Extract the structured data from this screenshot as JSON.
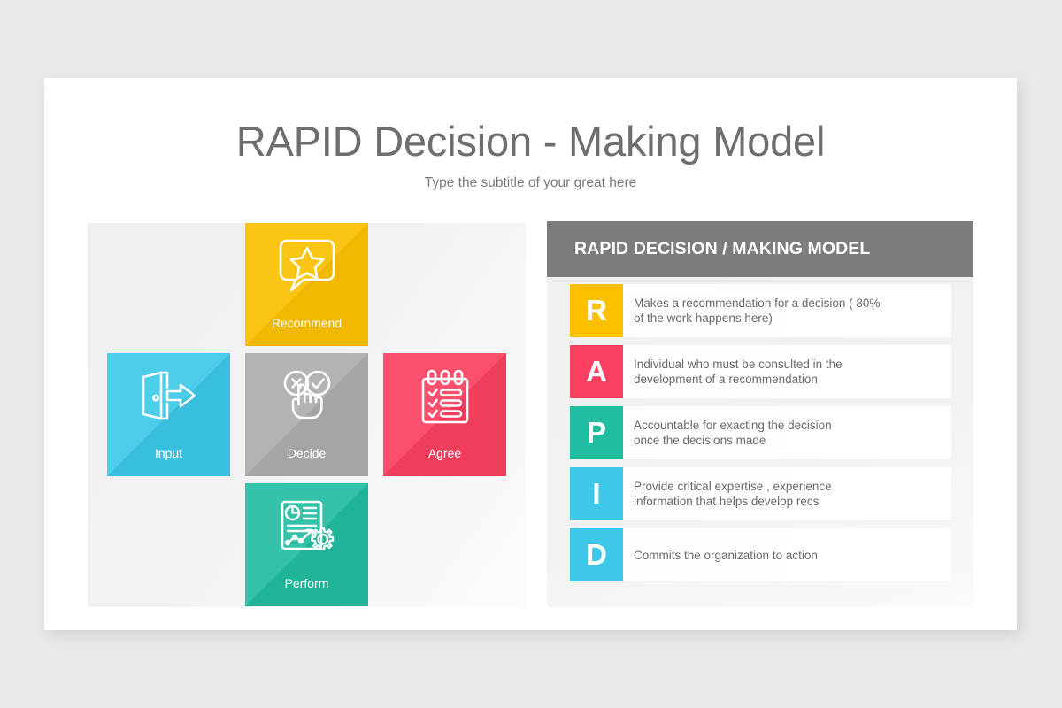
{
  "slide": {
    "title": "RAPID Decision - Making Model",
    "subtitle": "Type the subtitle of your great here"
  },
  "colors": {
    "yellow": "#fbc000",
    "cyan": "#3cc8e8",
    "gray": "#acacac",
    "red": "#fa4060",
    "teal": "#21bda0",
    "header_gray": "#7c7c7c",
    "panel_bg": "#f0f0f0",
    "title_text": "#6e6e6e",
    "body_text": "#6a6a6a"
  },
  "tiles": [
    {
      "id": "recommend",
      "label": "Recommend",
      "icon": "speech-bubble-star-icon",
      "color": "#fbc000"
    },
    {
      "id": "input",
      "label": "Input",
      "icon": "door-arrow-in-icon",
      "color": "#3cc8e8"
    },
    {
      "id": "decide",
      "label": "Decide",
      "icon": "hand-choice-icon",
      "color": "#acacac"
    },
    {
      "id": "agree",
      "label": "Agree",
      "icon": "checklist-notepad-icon",
      "color": "#fa4060"
    },
    {
      "id": "perform",
      "label": "Perform",
      "icon": "report-gear-icon",
      "color": "#21bda0"
    }
  ],
  "panel": {
    "header": "RAPID DECISION / MAKING MODEL",
    "rows": [
      {
        "letter": "R",
        "color": "#fbc000",
        "description": "Makes  a recommendation for a decision ( 80%\nof the work happens here)"
      },
      {
        "letter": "A",
        "color": "#fa4060",
        "description": "Individual who must be consulted in the\ndevelopment of a recommendation"
      },
      {
        "letter": "P",
        "color": "#21bda0",
        "description": "Accountable for exacting the decision\nonce the decisions made"
      },
      {
        "letter": "I",
        "color": "#3cc8e8",
        "description": "Provide critical expertise , experience\ninformation that helps develop recs"
      },
      {
        "letter": "D",
        "color": "#3cc8e8",
        "description": "Commits the organization to action"
      }
    ]
  }
}
